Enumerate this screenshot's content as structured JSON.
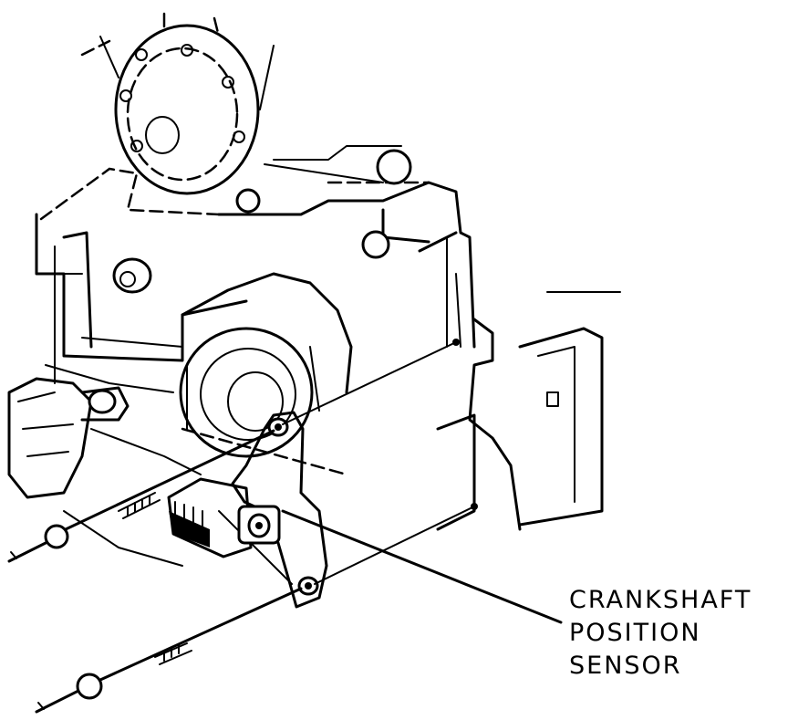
{
  "callout": {
    "label_line1": "CRANKSHAFT",
    "label_line2": "POSITION",
    "label_line3": "SENSOR"
  }
}
